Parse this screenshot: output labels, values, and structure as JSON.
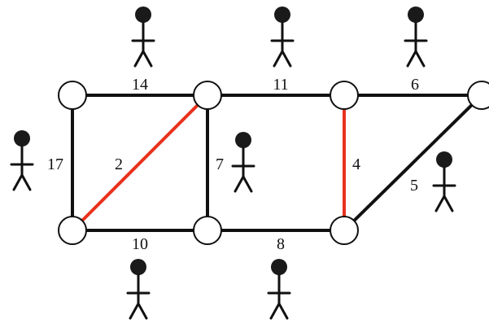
{
  "colors": {
    "background": "#ffffff",
    "edge": "#111111",
    "highlight": "#e8321e",
    "node_fill": "#ffffff",
    "node_stroke": "#111111",
    "person": "#1a1a1a"
  },
  "nodes": [
    {
      "id": "n1"
    },
    {
      "id": "n2"
    },
    {
      "id": "n3"
    },
    {
      "id": "n4"
    },
    {
      "id": "n5"
    },
    {
      "id": "n6"
    },
    {
      "id": "n7"
    }
  ],
  "edges": [
    {
      "from": "n1",
      "to": "n2",
      "weight": "14",
      "highlighted": false
    },
    {
      "from": "n2",
      "to": "n3",
      "weight": "11",
      "highlighted": false
    },
    {
      "from": "n3",
      "to": "n4",
      "weight": "6",
      "highlighted": false
    },
    {
      "from": "n1",
      "to": "n5",
      "weight": "17",
      "highlighted": false
    },
    {
      "from": "n2",
      "to": "n5",
      "weight": "2",
      "highlighted": true
    },
    {
      "from": "n2",
      "to": "n6",
      "weight": "7",
      "highlighted": false
    },
    {
      "from": "n3",
      "to": "n7",
      "weight": "4",
      "highlighted": true
    },
    {
      "from": "n4",
      "to": "n7",
      "weight": "5",
      "highlighted": false
    },
    {
      "from": "n5",
      "to": "n6",
      "weight": "10",
      "highlighted": false
    },
    {
      "from": "n6",
      "to": "n7",
      "weight": "8",
      "highlighted": false
    }
  ],
  "people": [
    {
      "near_edge": "n1-n2"
    },
    {
      "near_edge": "n2-n3"
    },
    {
      "near_edge": "n3-n4"
    },
    {
      "near_edge": "n1-n5"
    },
    {
      "near_edge": "n2-n6"
    },
    {
      "near_edge": "n4-n7"
    },
    {
      "near_edge": "n5-n6"
    },
    {
      "near_edge": "n6-n7"
    }
  ]
}
